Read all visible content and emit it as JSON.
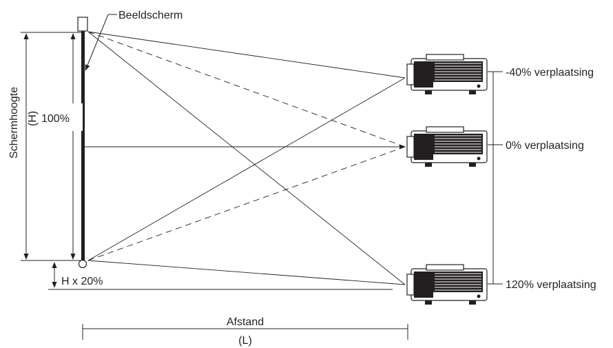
{
  "labels": {
    "screen": "Beeldscherm",
    "screen_height": "Schermhoogte",
    "h_symbol": "(H)",
    "percent_100": "100%",
    "offset_h": "H x 20%",
    "distance": "Afstand",
    "l_symbol": "(L)"
  },
  "offsets": [
    {
      "label": "-40% verplaatsing"
    },
    {
      "label": "0% verplaatsing"
    },
    {
      "label": "120% verplaatsing"
    }
  ],
  "colors": {
    "line": "#231f20",
    "screen_fill": "#231f20",
    "background": "#ffffff"
  }
}
